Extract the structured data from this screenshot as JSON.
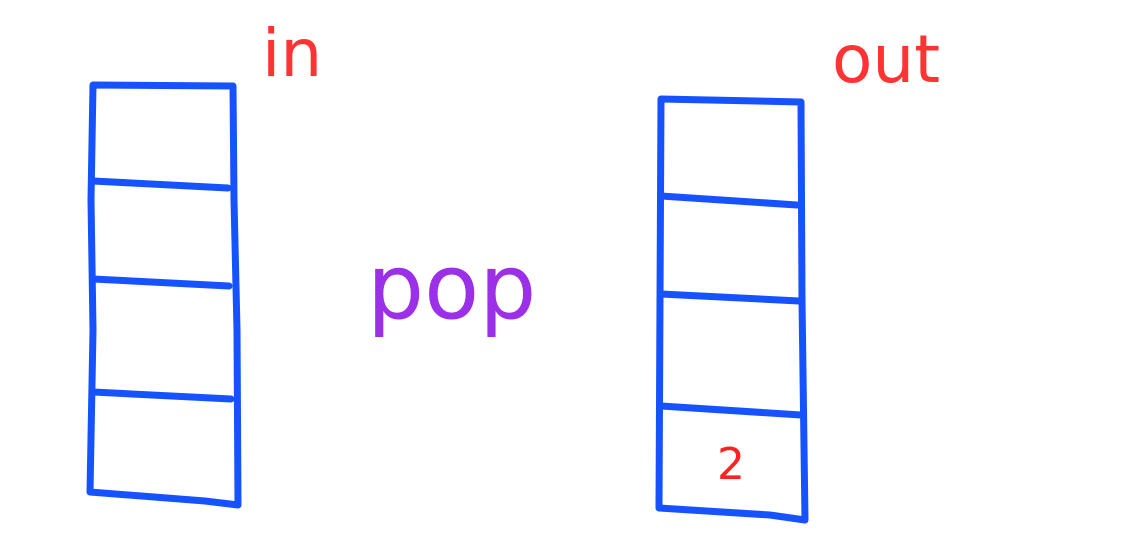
{
  "colors": {
    "stack_stroke": "#1652ff",
    "stack_label": "#ff3333",
    "operation_label": "#9b30e8",
    "cell_value": "#ff2222",
    "background": "#ffffff"
  },
  "operation": {
    "label": "pop"
  },
  "stacks": [
    {
      "name": "in",
      "label": "in",
      "cells": [
        "",
        "",
        "",
        ""
      ]
    },
    {
      "name": "out",
      "label": "out",
      "cells": [
        "",
        "",
        "",
        "2"
      ]
    }
  ]
}
